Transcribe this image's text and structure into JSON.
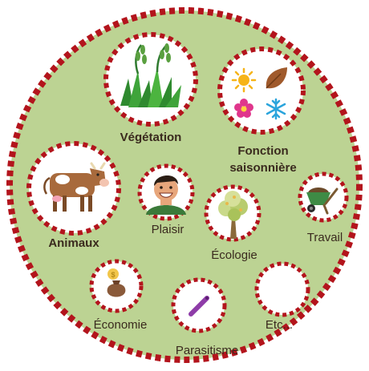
{
  "colors": {
    "background": "#bcd393",
    "dash_red": "#b3141c",
    "text": "#3a2a1e"
  },
  "labels": {
    "vegetation": "Végétation",
    "fonction_line1": "Fonction",
    "fonction_line2": "saisonnière",
    "animaux": "Animaux",
    "plaisir": "Plaisir",
    "ecologie": "Écologie",
    "travail": "Travail",
    "economie": "Économie",
    "parasitisme": "Parasitisme",
    "etc": "Etc..."
  },
  "icons": {
    "vegetation": "grass-plant-icon",
    "seasons": "season-symbols-icon",
    "animaux": "cow-icon",
    "plaisir": "smiling-person-icon",
    "ecologie": "tree-icon",
    "travail": "wheelbarrow-icon",
    "economie": "money-bag-icon",
    "parasitisme": "parasite-icon"
  }
}
